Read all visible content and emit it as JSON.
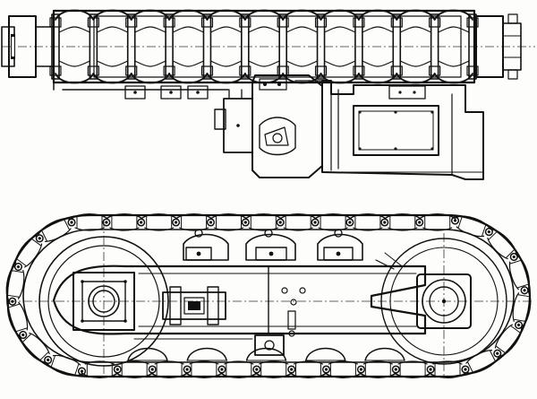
{
  "figure": {
    "views": [
      "plan",
      "side"
    ],
    "plan_view": {
      "track_shoes_visible": 11
    },
    "side_view": {
      "track_links_visible": 34,
      "road_wheels": 5,
      "carrier_bolts": 3
    },
    "colors": {
      "ink": "#111111",
      "paper": "#fdfdfc"
    }
  }
}
